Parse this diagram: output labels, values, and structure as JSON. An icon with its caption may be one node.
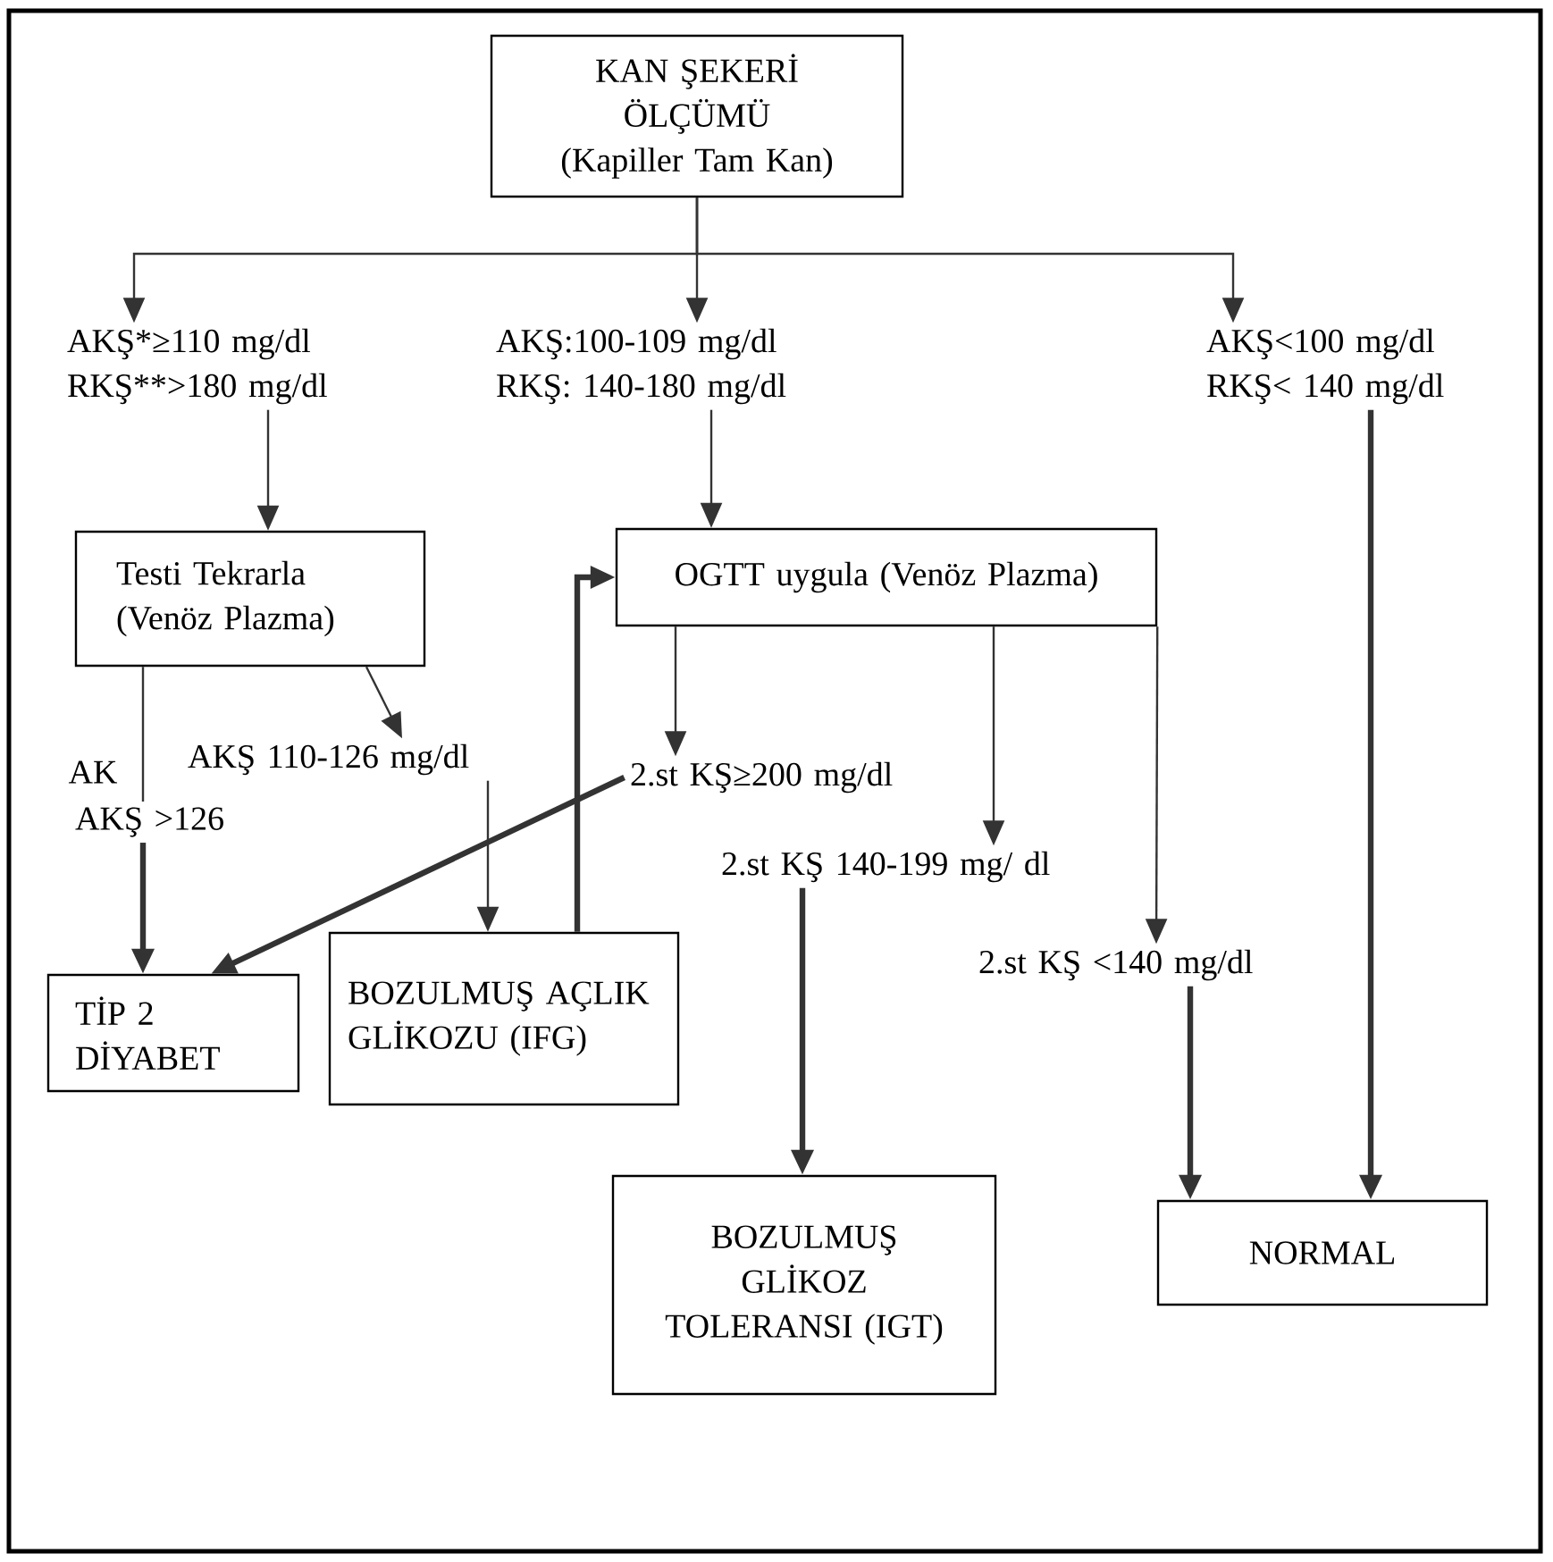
{
  "diagram": {
    "nodes": [
      {
        "text": [
          "KAN ŞEKERİ ÖLÇÜMÜ",
          "(Kapiller Tam Kan)"
        ]
      },
      {
        "text": [
          "AKŞ*≥110 mg/dl RKŞ**>180 mg/dl"
        ]
      },
      {
        "text": [
          "AKŞ:100-109 mg/dl RKŞ: 140-180 mg/dl"
        ]
      },
      {
        "text": [
          "AKŞ<100 mg/dl RKŞ< 140 mg/dl"
        ]
      },
      {
        "text": [
          "Testi Tekrarla (Venöz Plazma)"
        ]
      },
      {
        "text": [
          "OGTT uygula (Venöz Plazma)"
        ]
      },
      {
        "text": [
          "AKŞ 110-126 mg/dl"
        ]
      },
      {
        "text": [
          "AKŞ >126"
        ]
      },
      {
        "text": [
          "2.st KŞ≥200 mg/dl"
        ]
      },
      {
        "text": [
          "2.st KŞ 140-199 mg/ dl"
        ]
      },
      {
        "text": [
          "2.st KŞ <140 mg/dl"
        ]
      },
      {
        "text": [
          "TİP 2 DİYABET"
        ]
      },
      {
        "text": [
          "BOZULMUŞ AÇLIK GLİKOZU (IFG)"
        ]
      },
      {
        "text": [
          "BOZULMUŞ GLİKOZ TOLERANSI (IGT)"
        ]
      },
      {
        "text": [
          "NORMAL"
        ]
      }
    ],
    "edges": [
      {
        "from": 0,
        "to": 1,
        "arrow": "to"
      },
      {
        "from": 0,
        "to": 2,
        "arrow": "to"
      },
      {
        "from": 0,
        "to": 3,
        "arrow": "to"
      },
      {
        "from": 1,
        "to": 4,
        "arrow": "to"
      },
      {
        "from": 2,
        "to": 5,
        "arrow": "to"
      },
      {
        "from": 4,
        "to": 7,
        "arrow": "none"
      },
      {
        "from": 4,
        "to": 6,
        "arrow": "to"
      },
      {
        "from": 6,
        "to": 12,
        "arrow": "to"
      },
      {
        "from": 7,
        "to": 11,
        "arrow": "to",
        "style": "thick"
      },
      {
        "from": 12,
        "to": 5,
        "arrow": "to",
        "style": "thick"
      },
      {
        "from": 5,
        "to": 8,
        "arrow": "to"
      },
      {
        "from": 5,
        "to": 9,
        "arrow": "to"
      },
      {
        "from": 5,
        "to": 10,
        "arrow": "to"
      },
      {
        "from": 8,
        "to": 11,
        "arrow": "to",
        "style": "thick"
      },
      {
        "from": 9,
        "to": 13,
        "arrow": "to",
        "style": "thick"
      },
      {
        "from": 10,
        "to": 14,
        "arrow": "to",
        "style": "thick"
      },
      {
        "from": 3,
        "to": 14,
        "arrow": "to",
        "style": "thick"
      }
    ],
    "labels": [
      "AK"
    ]
  }
}
